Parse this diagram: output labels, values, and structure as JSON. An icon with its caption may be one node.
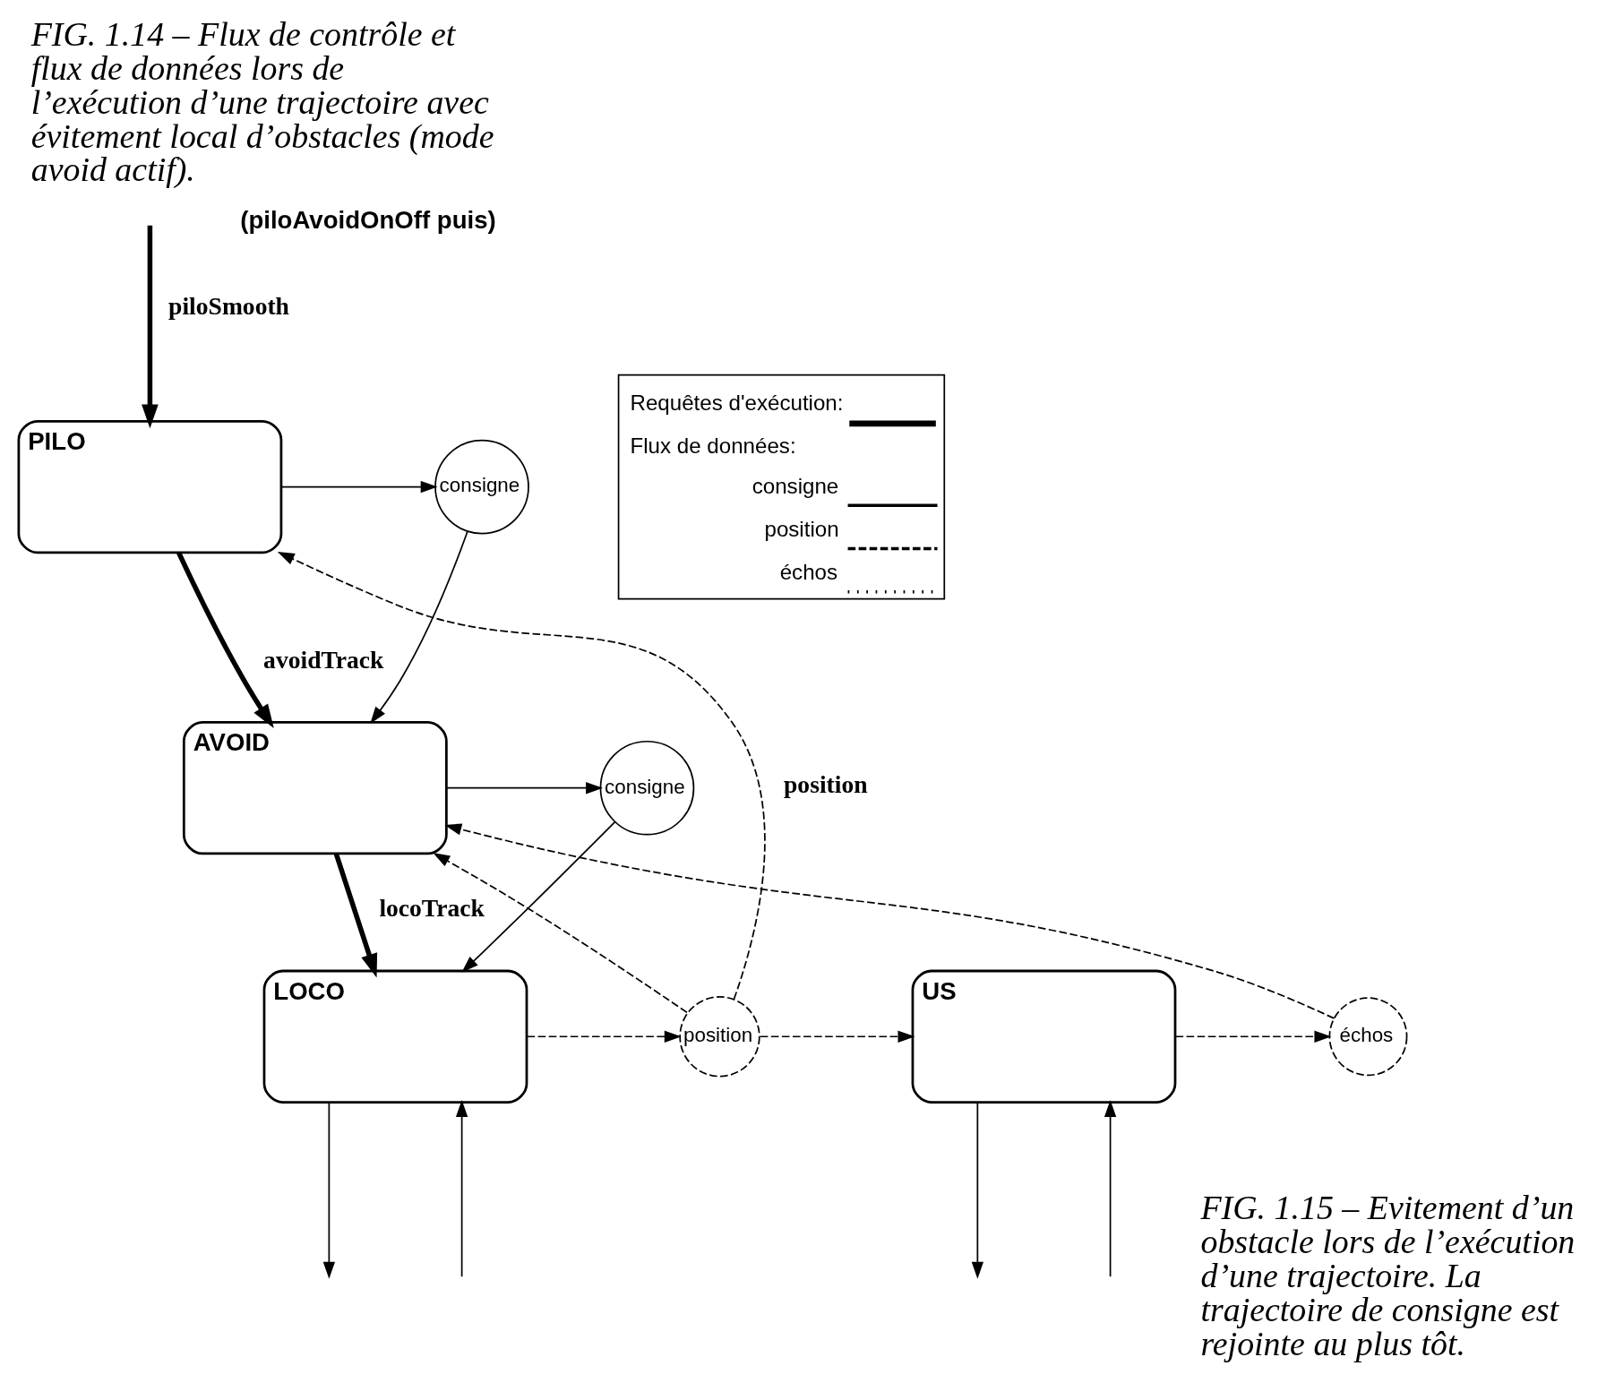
{
  "diagram": {
    "caption": "FIG. 1.14 – Flux de contrôle et flux de données lors de l’exécution d’une trajectoire avec évitement local d’obstacles (mode avoid actif).",
    "nodes": [
      {
        "text": [
          "PILO"
        ]
      },
      {
        "text": [
          "consigne"
        ]
      },
      {
        "text": [
          "AVOID"
        ]
      },
      {
        "text": [
          "consigne"
        ]
      },
      {
        "text": [
          "US"
        ]
      },
      {
        "text": [
          "échos"
        ]
      },
      {
        "text": [
          "LOCO"
        ]
      },
      {
        "text": [
          "position"
        ]
      }
    ],
    "edges": [
      {
        "from": null,
        "to": 0,
        "arrow": "to",
        "label": "piloSmooth",
        "style": "thick"
      },
      {
        "from": 0,
        "to": 1,
        "arrow": "to"
      },
      {
        "from": 1,
        "to": 2,
        "arrow": "to"
      },
      {
        "from": 0,
        "to": 2,
        "arrow": "to",
        "label": "avoidTrack",
        "style": "thick"
      },
      {
        "from": 2,
        "to": 3,
        "arrow": "to"
      },
      {
        "from": 3,
        "to": 6,
        "arrow": "to"
      },
      {
        "from": 2,
        "to": 6,
        "arrow": "to",
        "label": "locoTrack",
        "style": "thick"
      },
      {
        "from": 4,
        "to": 5,
        "arrow": "to",
        "style": "dashed"
      },
      {
        "from": 5,
        "to": 2,
        "arrow": "to",
        "style": "dashed"
      },
      {
        "from": 6,
        "to": 7,
        "arrow": "to",
        "style": "dashed"
      },
      {
        "from": 7,
        "to": 0,
        "arrow": "to",
        "style": "dashed",
        "label": "position"
      },
      {
        "from": 7,
        "to": 2,
        "arrow": "to",
        "style": "dashed"
      },
      {
        "from": 7,
        "to": 4,
        "arrow": "to",
        "style": "dashed"
      },
      {
        "from": 4,
        "to": null,
        "arrow": "to"
      },
      {
        "from": null,
        "to": 4,
        "arrow": "to"
      },
      {
        "from": 6,
        "to": null,
        "arrow": "to"
      },
      {
        "from": null,
        "to": 6,
        "arrow": "to"
      }
    ],
    "labels": [
      "(piloAvoidOnOff puis)",
      "FIG. 1.15 – Evitement d’un obstacle lors de l’exécution d’une trajectoire. La trajectoire de consigne est rejointe au plus tôt."
    ],
    "legend": [
      {
        "text": "Requêtes d'exécution:"
      },
      {
        "text": "Flux de données:"
      },
      {
        "text": "consigne"
      },
      {
        "text": "position"
      },
      {
        "text": "échos"
      }
    ]
  }
}
